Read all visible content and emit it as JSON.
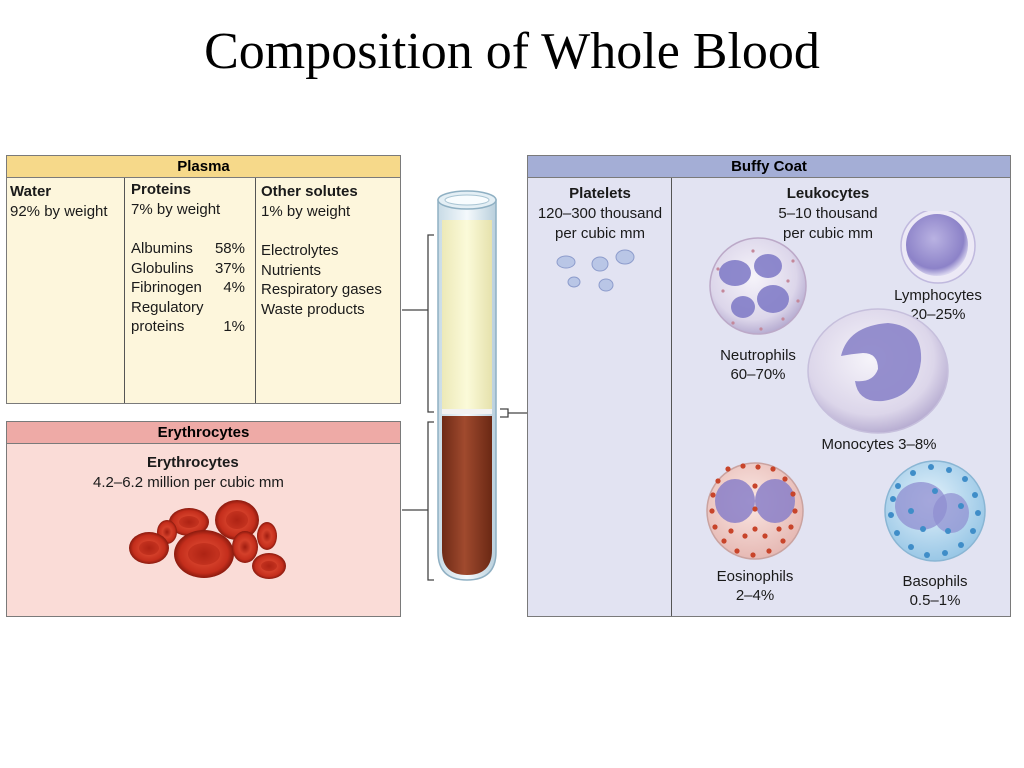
{
  "title": "Composition of Whole Blood",
  "plasma": {
    "header": "Plasma",
    "water": {
      "heading": "Water",
      "detail": "92% by weight"
    },
    "proteins": {
      "heading": "Proteins",
      "detail": "7% by weight",
      "items": [
        {
          "name": "Albumins",
          "pct": "58%"
        },
        {
          "name": "Globulins",
          "pct": "37%"
        },
        {
          "name": "Fibrinogen",
          "pct": "4%"
        },
        {
          "name": "Regulatory",
          "pct": ""
        },
        {
          "name": "proteins",
          "pct": "1%"
        }
      ]
    },
    "solutes": {
      "heading": "Other solutes",
      "detail": "1% by weight",
      "items": [
        "Electrolytes",
        "Nutrients",
        "Respiratory gases",
        "Waste products"
      ]
    }
  },
  "erythrocytes": {
    "header": "Erythrocytes",
    "heading": "Erythrocytes",
    "detail": "4.2–6.2 million per cubic mm"
  },
  "buffy_coat": {
    "header": "Buffy Coat",
    "platelets": {
      "heading": "Platelets",
      "line1": "120–300 thousand",
      "line2": "per cubic mm"
    },
    "leukocytes": {
      "heading": "Leukocytes",
      "line1": "5–10 thousand",
      "line2": "per cubic mm"
    },
    "cells": {
      "lymphocytes": {
        "name": "Lymphocytes",
        "pct": "20–25%"
      },
      "neutrophils": {
        "name": "Neutrophils",
        "pct": "60–70%"
      },
      "monocytes": {
        "label": "Monocytes 3–8%"
      },
      "eosinophils": {
        "name": "Eosinophils",
        "pct": "2–4%"
      },
      "basophils": {
        "name": "Basophils",
        "pct": "0.5–1%"
      }
    }
  },
  "colors": {
    "plasma_header": "#f6d98a",
    "plasma_body": "#fdf6dc",
    "erythro_header": "#eeaaa6",
    "erythro_body": "#fadcd7",
    "buffy_header": "#a4aed6",
    "buffy_body": "#e2e3f2",
    "blood": "#8e3a22",
    "rbc": "#c8321f"
  }
}
